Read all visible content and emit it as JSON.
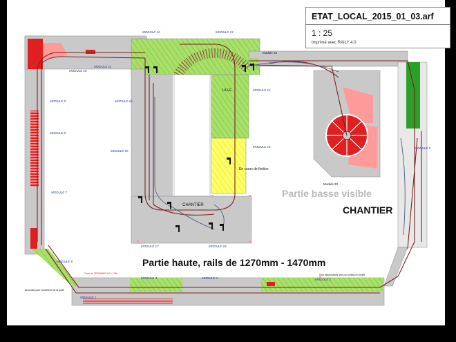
{
  "header": {
    "file_name": "ETAT_LOCAL_2015_01_03.arf",
    "scale": "1 : 25",
    "software": "Imprimé avec RAILY 4.0"
  },
  "labels": {
    "partie_basse": "Partie basse visible",
    "chantier_big": "CHANTIER",
    "chantier_small": "CHANTIER",
    "partie_haute": "Partie haute, rails de 1270mm - 1470mm",
    "en_cours": "En cours de finition",
    "lille": "LILLE",
    "zone_note": "Zone de TERMINER HO / HOe",
    "ancrage_note": "Amovible pour l'ouverture de la porte",
    "right_note": "Voie descendante vers un niveau en projet"
  },
  "modules": {
    "m12": "MODULE 12",
    "m13": "MODULE 13",
    "m32": "Module 32",
    "m10": "MODULE 10",
    "m11": "MODULE 11",
    "m9": "MODULE 9",
    "m8": "MODULE 8",
    "m7": "MODULE 7",
    "m6": "MODULE 6",
    "m14": "MODULE 14",
    "m15": "MODULE 15",
    "m16": "MODULE 16",
    "m19": "MODULE 19",
    "m17": "MODULE 17",
    "m18": "MODULE 18",
    "m33": "Module 33",
    "m4": "MODULE 4",
    "m3": "MODULE 3",
    "m2": "MODULE 2",
    "m1": "MODULE 1",
    "m5": "MODULE 5"
  },
  "colors": {
    "baseboard": "#c9c9c9",
    "grass": "#a8e06a",
    "yellow": "#ffff66",
    "track": "#7a1f1f",
    "track_blue": "#5a6b8c",
    "red": "#e02020",
    "pink": "#ff9a9a",
    "green_dark": "#2aa02a",
    "label_blue": "#2233aa"
  }
}
